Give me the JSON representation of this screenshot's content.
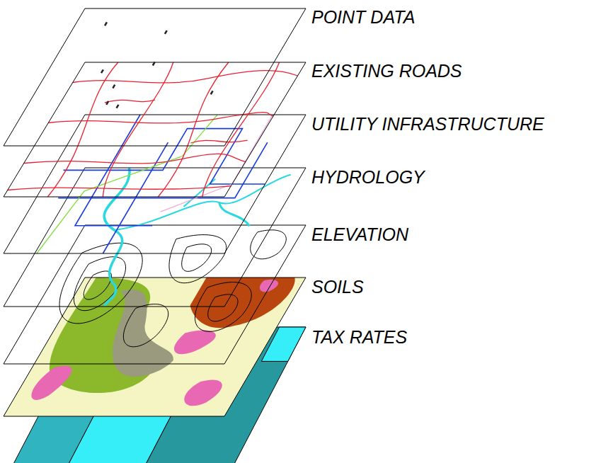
{
  "diagram": {
    "labels": [
      "POINT DATA",
      "EXISTING ROADS",
      "UTILITY INFRASTRUCTURE",
      "HYDROLOGY",
      "ELEVATION",
      "SOILS",
      "TAX RATES"
    ]
  }
}
